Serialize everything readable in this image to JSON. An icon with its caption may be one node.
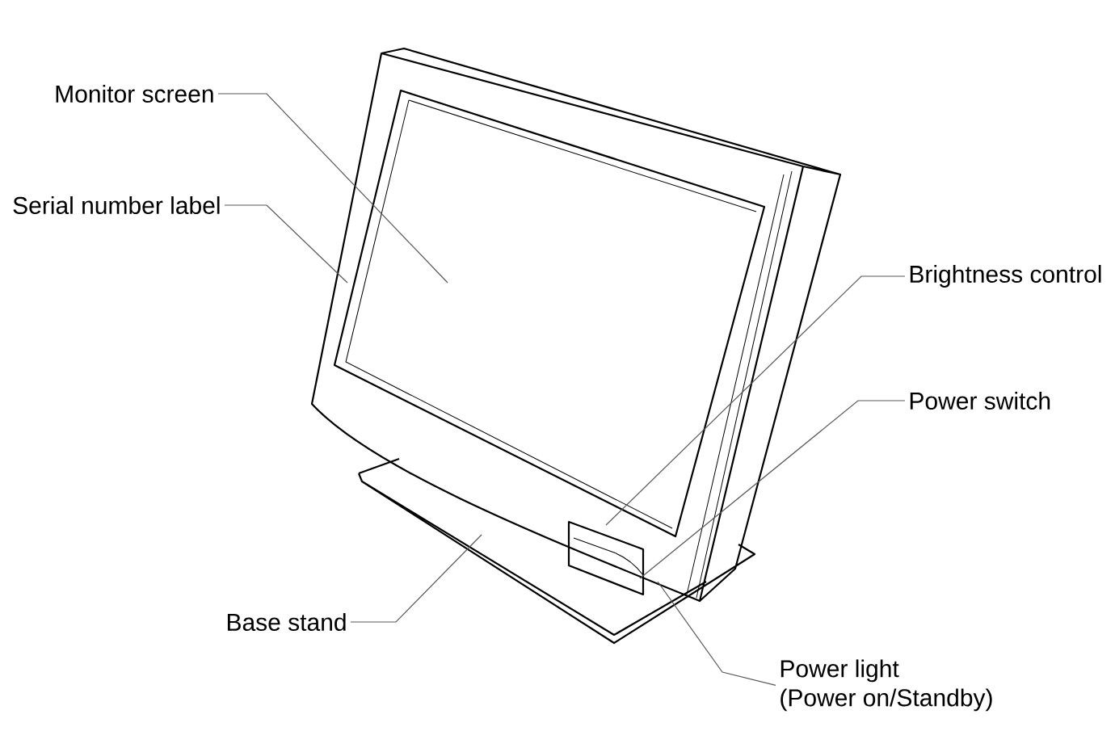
{
  "diagram": {
    "nodes": [
      {
        "text": [
          "Monitor screen"
        ]
      },
      {
        "text": [
          "Serial number label"
        ]
      },
      {
        "text": [
          "Brightness control"
        ]
      },
      {
        "text": [
          "Power switch"
        ]
      },
      {
        "text": [
          "Power light",
          "(Power on/Standby)"
        ]
      },
      {
        "text": [
          "Base stand"
        ]
      }
    ],
    "edges": [
      {
        "from": 0,
        "to": null,
        "arrow": "none"
      },
      {
        "from": 1,
        "to": null,
        "arrow": "none"
      },
      {
        "from": 2,
        "to": null,
        "arrow": "none"
      },
      {
        "from": 3,
        "to": null,
        "arrow": "none"
      },
      {
        "from": 4,
        "to": null,
        "arrow": "none"
      },
      {
        "from": 5,
        "to": null,
        "arrow": "none"
      }
    ]
  }
}
